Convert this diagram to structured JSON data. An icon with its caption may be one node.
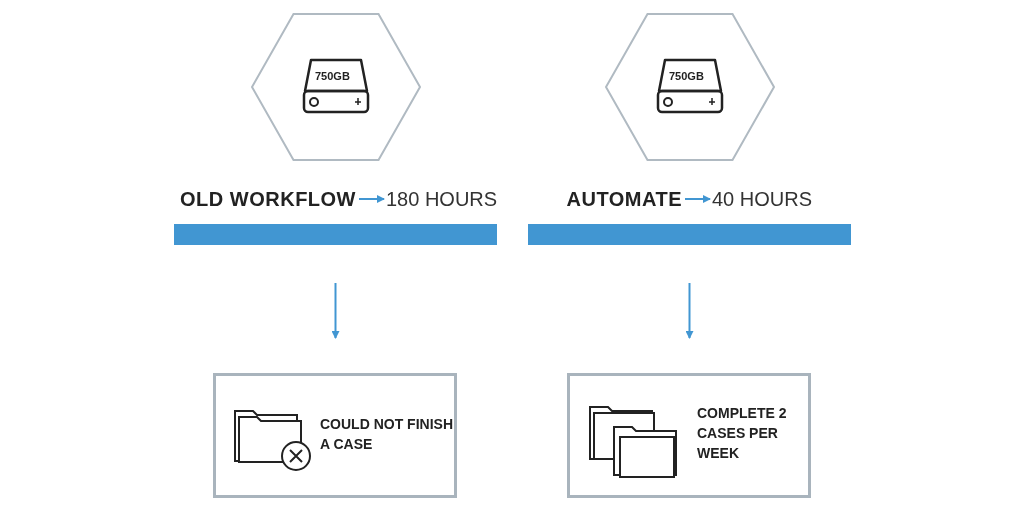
{
  "diagram": {
    "nodes": [
      {
        "text": [
          "750GB"
        ]
      },
      {
        "text": [
          "750GB"
        ]
      },
      {
        "text": [
          "OLD WORKFLOW"
        ]
      },
      {
        "text": [
          "180 HOURS"
        ]
      },
      {
        "text": [
          "AUTOMATE"
        ]
      },
      {
        "text": [
          "40 HOURS"
        ]
      },
      {
        "text": [],
        "shape": "bar"
      },
      {
        "text": [],
        "shape": "bar"
      },
      {
        "text": [
          "COULD NOT FINISH A CASE"
        ]
      },
      {
        "text": [
          "COMPLETE 2 CASES PER WEEK"
        ]
      }
    ],
    "edges": [
      {
        "from": 2,
        "to": 3,
        "arrow": "to"
      },
      {
        "from": 4,
        "to": 5,
        "arrow": "to"
      },
      {
        "from": 6,
        "to": 8,
        "arrow": "to"
      },
      {
        "from": 7,
        "to": 9,
        "arrow": "to"
      }
    ]
  }
}
